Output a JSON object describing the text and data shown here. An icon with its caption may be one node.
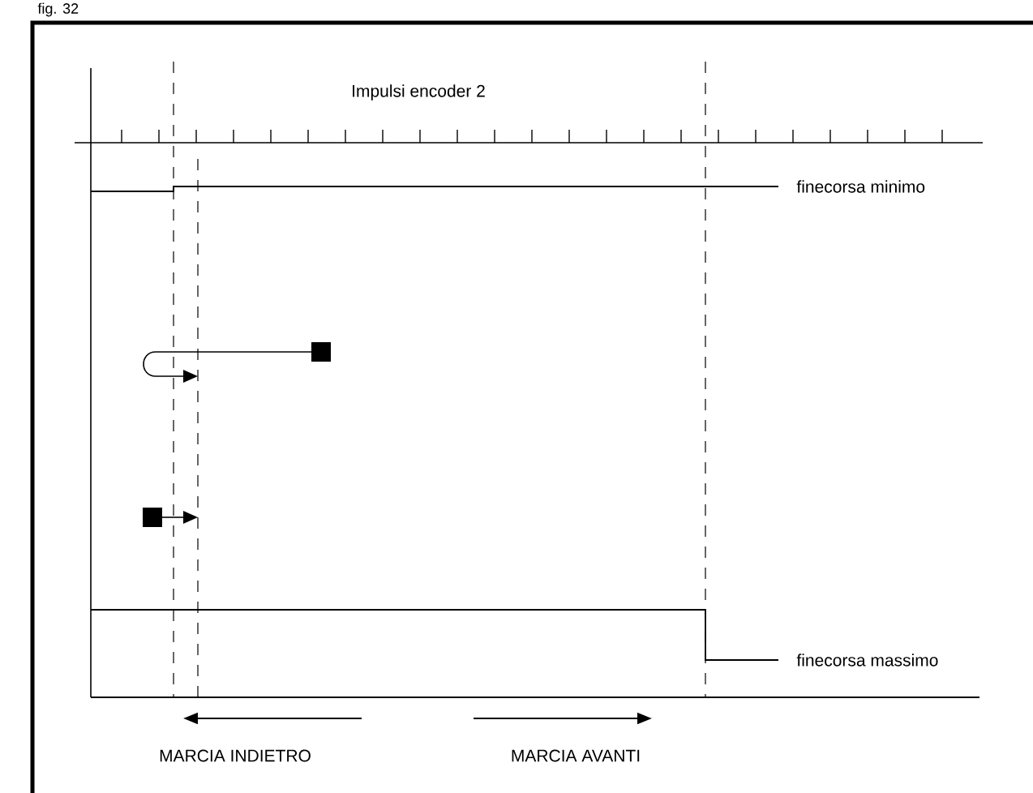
{
  "diagram": {
    "labels": [
      "fig. 32",
      "Impulsi encoder 2",
      "finecorsa minimo",
      "finecorsa massimo",
      "MARCIA INDIETRO",
      "MARCIA AVANTI"
    ]
  }
}
